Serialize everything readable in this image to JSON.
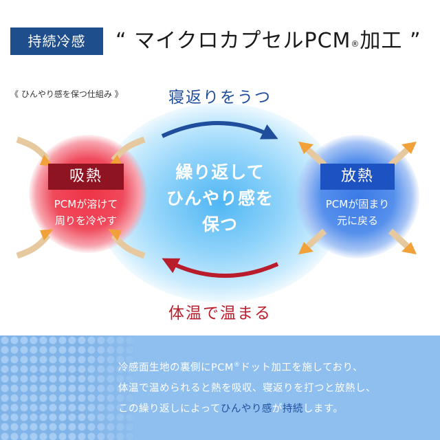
{
  "header": {
    "tag": "持続冷感",
    "title_open": "“ マイクロカプセルPCM",
    "title_reg": "®",
    "title_close": "加工 ”"
  },
  "diagram": {
    "subtitle": "《 ひんやり感を保つ仕組み 》",
    "top_label": "寝返りをうつ",
    "bottom_label": "体温で温まる",
    "center_lines": [
      "繰り返して",
      "ひんやり感を",
      "保つ"
    ],
    "left": {
      "badge": "吸熱",
      "lines": [
        "PCMが溶けて",
        "周りを冷やす"
      ]
    },
    "right": {
      "badge": "放熱",
      "lines": [
        "PCMが固まり",
        "元に戻る"
      ]
    }
  },
  "description": {
    "line1_a": "冷感面生地の裏側にPCM",
    "line1_reg": "®",
    "line1_b": "ドット加工を施しており、",
    "line2": "体温で温められると熱を吸収、寝返りを打つと放熱し、",
    "line3_a": "この繰り返しによって",
    "line3_hl1": "ひんやり感",
    "line3_b": "が",
    "line3_hl2": "持続",
    "line3_c": "します。"
  },
  "colors": {
    "navy": "#1f4e8c",
    "blue_label": "#1f4e9c",
    "red_label": "#b91d2b",
    "red_badge": "#8e1421",
    "blue_badge": "#1d52c2",
    "orange_arrow": "#f1a13a",
    "beige_arrow": "#e7c9a0",
    "panel": "#8fbfee"
  },
  "icons": [
    "curved-arrow-right",
    "curved-arrow-left",
    "arrow-in",
    "arrow-out"
  ]
}
